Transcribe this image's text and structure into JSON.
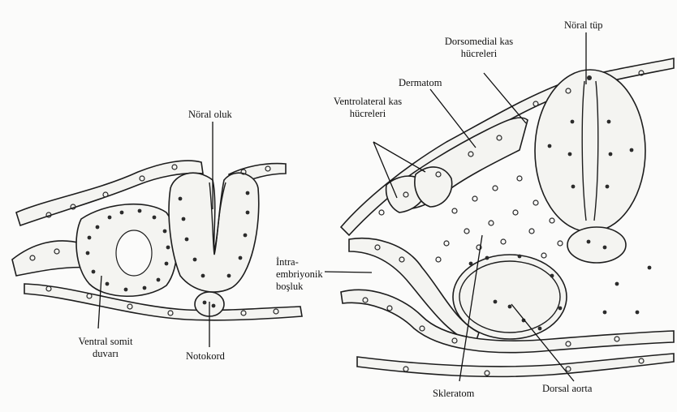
{
  "labels": {
    "noral_oluk": "Nöral oluk",
    "ventral_somit_1": "Ventral somit",
    "ventral_somit_2": "duvarı",
    "notokord": "Notokord",
    "noral_tup": "Nöral tüp",
    "dorsomedial_1": "Dorsomedial kas",
    "dorsomedial_2": "hücreleri",
    "dermatom": "Dermatom",
    "ventrolateral_1": "Ventrolateral kas",
    "ventrolateral_2": "hücreleri",
    "intra_1": "İntra-",
    "intra_2": "embriyonik",
    "intra_3": "boşluk",
    "skleratom": "Skleratom",
    "dorsal_aorta": "Dorsal aorta"
  }
}
